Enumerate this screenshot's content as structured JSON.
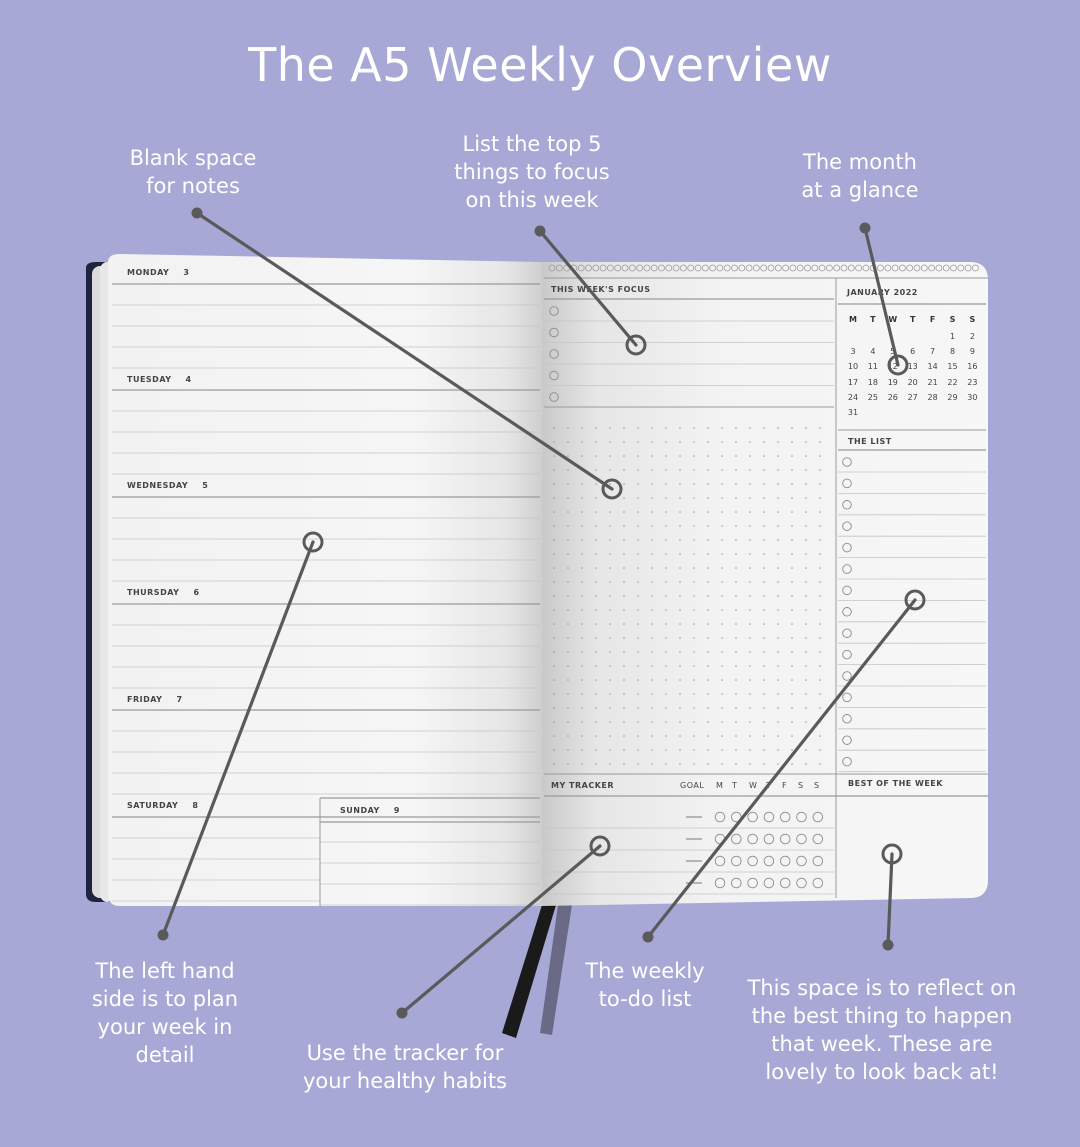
{
  "title": "The A5 Weekly Overview",
  "callouts": {
    "blank_space": [
      "Blank space",
      "for notes"
    ],
    "top5": [
      "List the top 5",
      "things to focus",
      "on this week"
    ],
    "month": [
      "The month",
      "at a glance"
    ],
    "left_side": [
      "The left hand",
      "side is to plan",
      "your week in",
      "detail"
    ],
    "tracker": [
      "Use the tracker for",
      "your healthy habits"
    ],
    "todo": [
      "The weekly",
      "to-do list"
    ],
    "reflect": [
      "This space is to reflect on",
      "the best thing to happen",
      "that week. These are",
      "lovely to look back at!"
    ]
  },
  "left_page": {
    "days": [
      {
        "name": "MONDAY",
        "num": "3"
      },
      {
        "name": "TUESDAY",
        "num": "4"
      },
      {
        "name": "WEDNESDAY",
        "num": "5"
      },
      {
        "name": "THURSDAY",
        "num": "6"
      },
      {
        "name": "FRIDAY",
        "num": "7"
      },
      {
        "name": "SATURDAY",
        "num": "8"
      },
      {
        "name": "SUNDAY",
        "num": "9"
      }
    ]
  },
  "right_page": {
    "focus_title": "THIS WEEK'S FOCUS",
    "calendar_title": "JANUARY 2022",
    "weekday_heads": [
      "M",
      "T",
      "W",
      "T",
      "F",
      "S",
      "S"
    ],
    "calendar_rows": [
      [
        "",
        "",
        "",
        "",
        "",
        "1",
        "2"
      ],
      [
        "3",
        "4",
        "5",
        "6",
        "7",
        "8",
        "9"
      ],
      [
        "10",
        "11",
        "12",
        "13",
        "14",
        "15",
        "16"
      ],
      [
        "17",
        "18",
        "19",
        "20",
        "21",
        "22",
        "23"
      ],
      [
        "24",
        "25",
        "26",
        "27",
        "28",
        "29",
        "30"
      ],
      [
        "31",
        "",
        "",
        "",
        "",
        "",
        ""
      ]
    ],
    "list_title": "THE LIST",
    "tracker_title": "MY TRACKER",
    "tracker_heads": [
      "GOAL",
      "M",
      "T",
      "W",
      "T",
      "F",
      "S",
      "S"
    ],
    "best_title": "BEST OF THE WEEK"
  },
  "colors": {
    "background": "#a8a8d6",
    "page": "#f4f4f4",
    "cover": "#1e2440",
    "callout_line": "#5a5a5a",
    "ribbon_dark": "#1a1a1a",
    "ribbon_light": "#6a6a86"
  }
}
